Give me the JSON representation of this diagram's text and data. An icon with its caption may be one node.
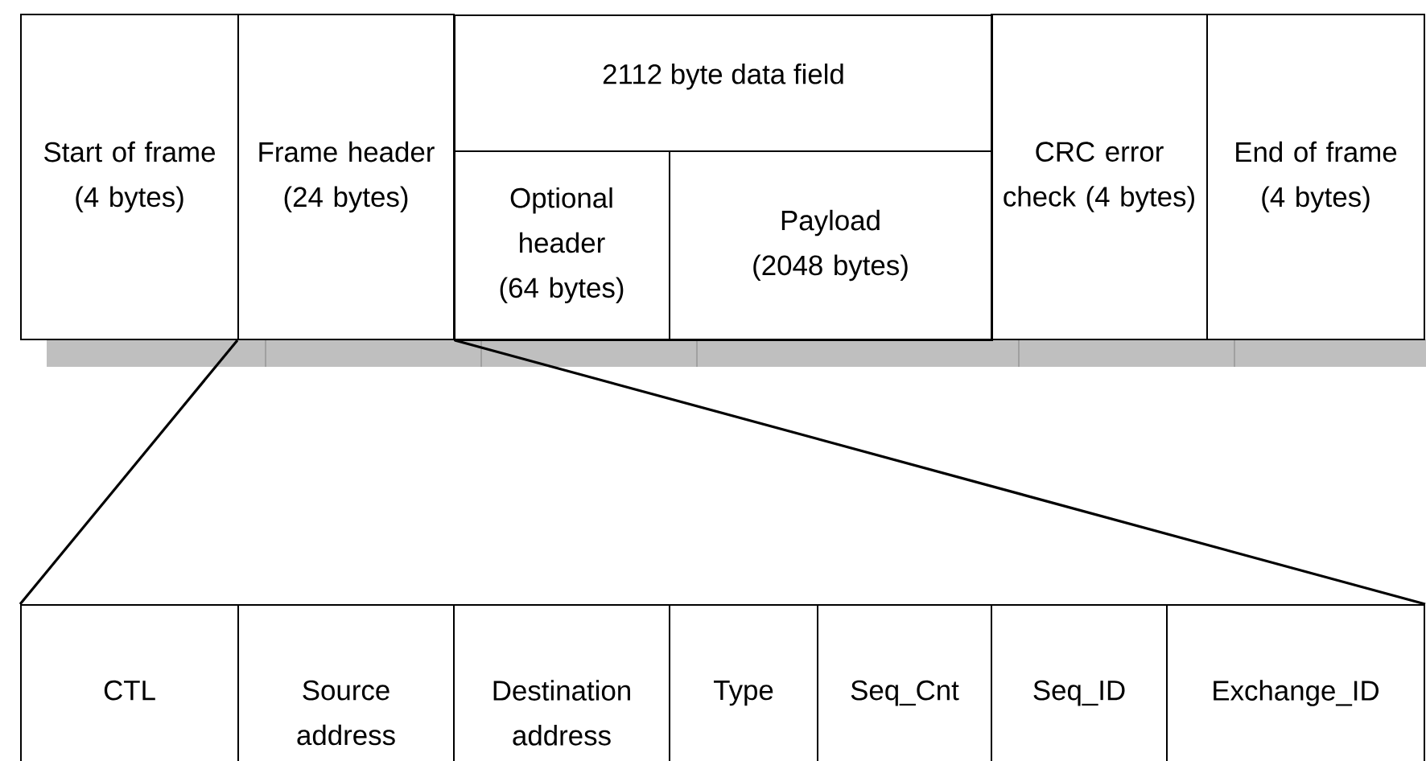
{
  "diagram": {
    "nodes": [
      {
        "text": [
          "Start of frame (4 bytes)"
        ]
      },
      {
        "text": [
          "Frame header (24 bytes)"
        ]
      },
      {
        "text": [
          "2112 byte data field"
        ]
      },
      {
        "text": [
          "Optional header (64 bytes)"
        ],
        "in": 2
      },
      {
        "text": [
          "Payload (2048 bytes)"
        ],
        "in": 2
      },
      {
        "text": [
          "CRC error check (4 bytes)"
        ]
      },
      {
        "text": [
          "End of frame (4 bytes)"
        ]
      },
      {
        "text": [
          "CTL"
        ]
      },
      {
        "text": [
          "Source address"
        ]
      },
      {
        "text": [
          "Destination address"
        ]
      },
      {
        "text": [
          "Type"
        ]
      },
      {
        "text": [
          "Seq_Cnt"
        ]
      },
      {
        "text": [
          "Seq_ID"
        ]
      },
      {
        "text": [
          "Exchange_ID"
        ]
      }
    ],
    "edges": [
      {
        "from": 1,
        "to": 7,
        "arrow": "none"
      },
      {
        "from": 1,
        "to": 13,
        "arrow": "none"
      }
    ]
  }
}
